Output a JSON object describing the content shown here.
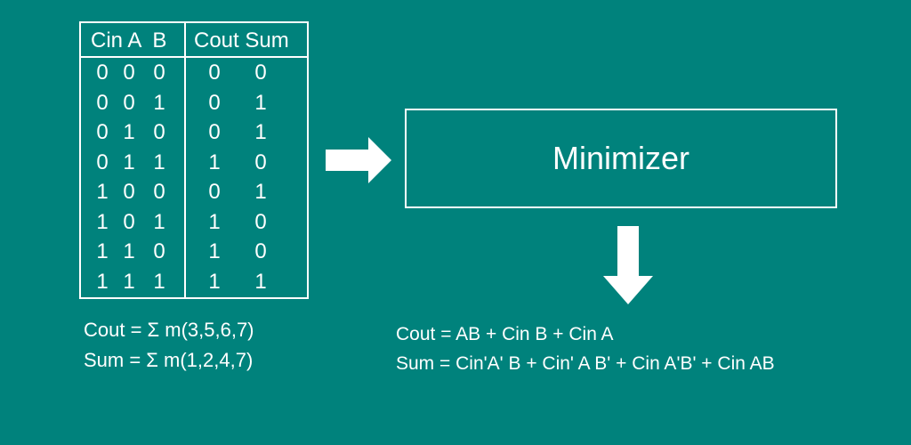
{
  "truth_table": {
    "input_header": "Cin A  B",
    "output_header": "Cout Sum",
    "rows": [
      [
        "0",
        "0",
        "0",
        "0",
        "0"
      ],
      [
        "0",
        "0",
        "1",
        "0",
        "1"
      ],
      [
        "0",
        "1",
        "0",
        "0",
        "1"
      ],
      [
        "0",
        "1",
        "1",
        "1",
        "0"
      ],
      [
        "1",
        "0",
        "0",
        "0",
        "1"
      ],
      [
        "1",
        "0",
        "1",
        "1",
        "0"
      ],
      [
        "1",
        "1",
        "0",
        "1",
        "0"
      ],
      [
        "1",
        "1",
        "1",
        "1",
        "1"
      ]
    ]
  },
  "minimizer": {
    "label": "Minimizer"
  },
  "input_equations": {
    "cout": "Cout = Σ m(3,5,6,7)",
    "sum": "Sum = Σ m(1,2,4,7)"
  },
  "output_equations": {
    "cout": "Cout = AB + Cin B + Cin A",
    "sum": "Sum = Cin'A' B + Cin' A B' + Cin A'B' + Cin AB"
  },
  "colors": {
    "background": "#00827c",
    "foreground": "#ffffff"
  }
}
